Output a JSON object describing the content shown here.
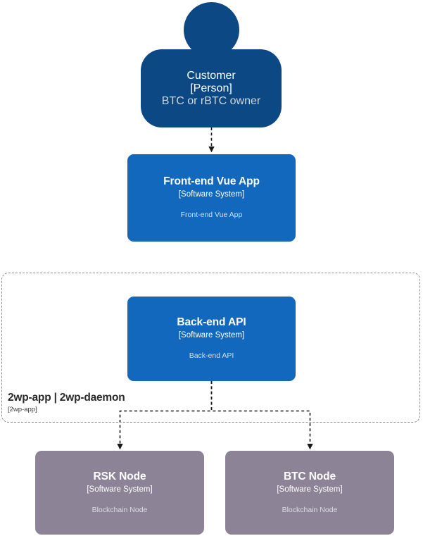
{
  "diagram": {
    "type": "c4-system-context",
    "background": "#ffffff",
    "colors": {
      "person": "#0b4884",
      "internal_system": "#1168bd",
      "external_system": "#8c8496",
      "connector": "#1a1a1a",
      "boundary_border": "#8a8a8a",
      "text_on_fill": "#ffffff",
      "description_text": "#d9dde3"
    }
  },
  "nodes": {
    "customer": {
      "name": "Customer",
      "type": "[Person]",
      "description": "BTC or rBTC owner",
      "shape": "person"
    },
    "frontend": {
      "name": "Front-end Vue App",
      "type": "[Software System]",
      "description": "Front-end Vue App",
      "shape": "box"
    },
    "backend": {
      "name": "Back-end API",
      "type": "[Software System]",
      "description": "Back-end API",
      "shape": "box"
    },
    "rsk_node": {
      "name": "RSK Node",
      "type": "[Software System]",
      "description": "Blockchain Node",
      "shape": "box"
    },
    "btc_node": {
      "name": "BTC Node",
      "type": "[Software System]",
      "description": "Blockchain Node",
      "shape": "box"
    }
  },
  "boundary": {
    "label": "2wp-app | 2wp-daemon",
    "sublabel": "[2wp-app]"
  },
  "edges": [
    {
      "from": "customer",
      "to": "frontend",
      "style": "dashed",
      "label": ""
    },
    {
      "from": "backend",
      "to": "rsk_node",
      "style": "dashed",
      "label": ""
    },
    {
      "from": "backend",
      "to": "btc_node",
      "style": "dashed",
      "label": ""
    }
  ]
}
